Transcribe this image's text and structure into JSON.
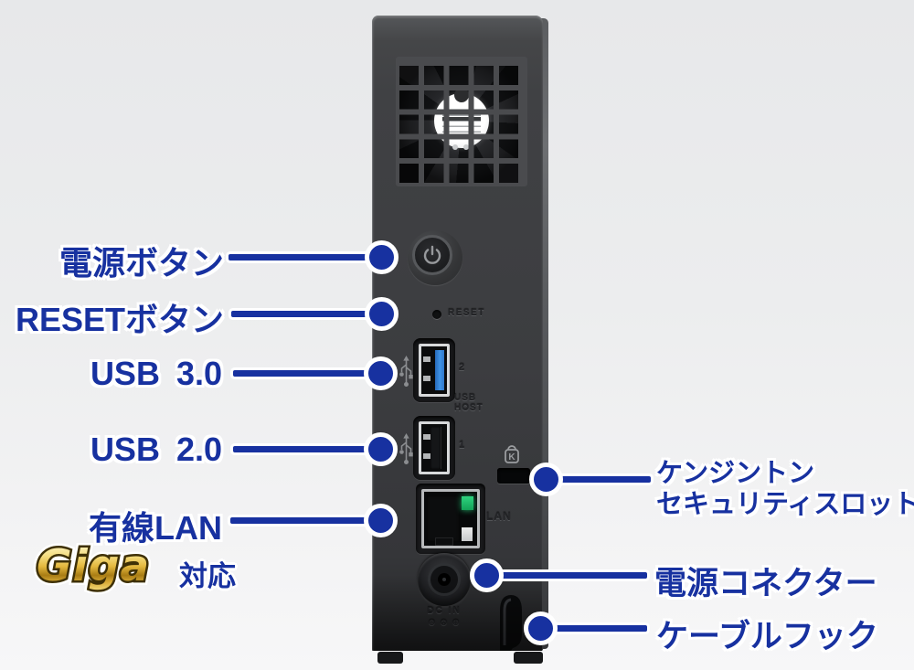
{
  "colors": {
    "label_blue": "#1731a0",
    "outline_white": "#ffffff",
    "giga_gold_light": "#f5df85",
    "giga_gold_dark": "#a97c14",
    "device_body_gray": "#3c3d40",
    "usb3_tongue_blue": "#3f93e6",
    "led_green": "#1fba6a"
  },
  "callouts": {
    "power_button": "電源ボタン",
    "reset_button": "RESETボタン",
    "usb3": "USB 3.0",
    "usb2": "USB 2.0",
    "lan": "有線LAN",
    "giga": {
      "word": "Giga",
      "suffix": "対応"
    },
    "kensington": {
      "line1": "ケンジントン",
      "line2": "セキュリティスロット"
    },
    "power_connector": "電源コネクター",
    "cable_hook": "ケーブルフック"
  },
  "markings": {
    "reset": "RESET",
    "usb3_number": "2",
    "usb2_number": "1",
    "usb_host": {
      "line1": "USB",
      "line2": "HOST"
    },
    "lan": "LAN",
    "dc": "DC IN",
    "dc_polarity": "⊖ ⊙ ⊕"
  }
}
